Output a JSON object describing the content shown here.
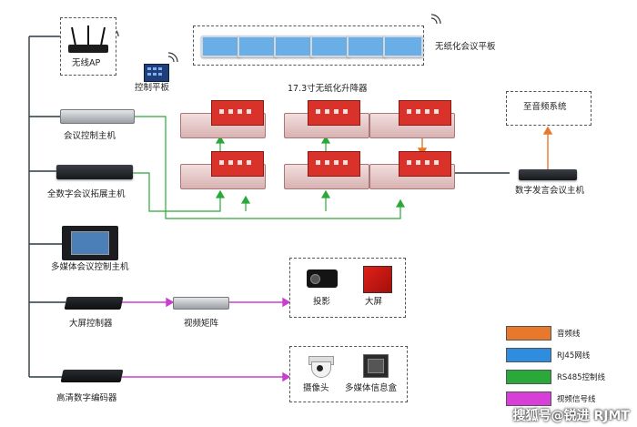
{
  "labels": {
    "wireless_ap": "无线AP",
    "control_tablet": "控制平板",
    "paperless_tablet": "无纸化会议平板",
    "lifter": "17.3寸无纸化升降器",
    "audio_system": "至音频系统",
    "conf_control_host": "会议控制主机",
    "digital_expand_host": "全数字会议拓展主机",
    "multimedia_host": "多媒体会议控制主机",
    "digital_speech_host": "数字发言会议主机",
    "screen_controller": "大屏控制器",
    "video_matrix": "视频矩阵",
    "projector": "投影",
    "big_screen": "大屏",
    "hd_encoder": "高清数字编码器",
    "camera": "摄像头",
    "media_box": "多媒体信息盒"
  },
  "legend": [
    {
      "label": "音频线",
      "color": "#e8782a"
    },
    {
      "label": "RJ45网线",
      "color": "#2f8de0"
    },
    {
      "label": "RS485控制线",
      "color": "#2aa83a"
    },
    {
      "label": "视频信号线",
      "color": "#d83fd8"
    }
  ],
  "watermark": "搜狐号@锐进 RJMT",
  "colors": {
    "audio": "#e8782a",
    "rj45": "#2f8de0",
    "rs485": "#2aa83a",
    "video": "#c83ed0",
    "device_red": "#d8322a"
  }
}
